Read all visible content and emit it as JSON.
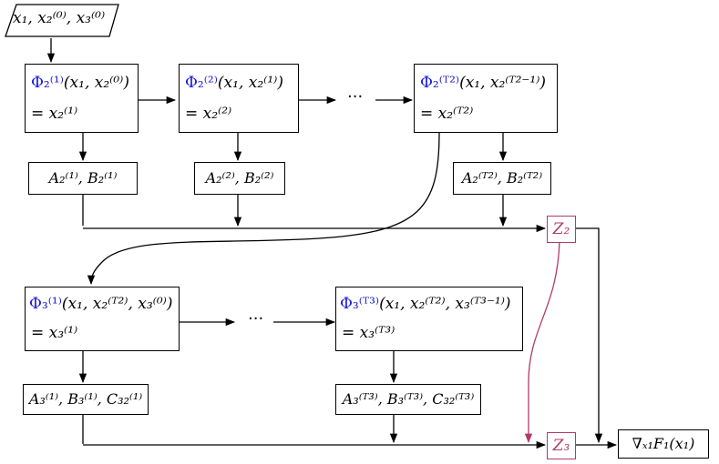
{
  "start": {
    "text": "x₁, x₂⁽⁰⁾, x₃⁽⁰⁾"
  },
  "row2": {
    "phi1": {
      "phi": "Φ₂⁽¹⁾",
      "args": "(x₁,  x₂⁽⁰⁾)",
      "result": "= x₂⁽¹⁾"
    },
    "phi2": {
      "phi": "Φ₂⁽²⁾",
      "args": "(x₁, x₂⁽¹⁾)",
      "result": "= x₂⁽²⁾"
    },
    "phiT": {
      "phi": "Φ₂⁽ᵀ²⁾",
      "args": "(x₁, x₂⁽ᵀ²⁻¹⁾)",
      "result": "= x₂⁽ᵀ²⁾"
    },
    "ab1": "A₂⁽¹⁾, B₂⁽¹⁾",
    "ab2": "A₂⁽²⁾, B₂⁽²⁾",
    "abT": "A₂⁽ᵀ²⁾, B₂⁽ᵀ²⁾",
    "dots": "···"
  },
  "row3": {
    "phi1": {
      "phi": "Φ₃⁽¹⁾",
      "args": "(x₁, x₂⁽ᵀ²⁾, x₃⁽⁰⁾)",
      "result": "= x₃⁽¹⁾"
    },
    "phiT": {
      "phi": "Φ₃⁽ᵀ³⁾",
      "args": "(x₁, x₂⁽ᵀ²⁾, x₃⁽ᵀ³⁻¹⁾)",
      "result": "= x₃⁽ᵀ³⁾"
    },
    "abc1": "A₃⁽¹⁾, B₃⁽¹⁾, C₃₂⁽¹⁾",
    "abcT": "A₃⁽ᵀ³⁾, B₃⁽ᵀ³⁾, C₃₂⁽ᵀ³⁾",
    "dots": "···"
  },
  "z2": "Z₂",
  "z3": "Z₃",
  "output": "∇ₓ₁F₁(x₁)",
  "colors": {
    "phi": "#1a1ad6",
    "z": "#b03a6a",
    "line": "#000000"
  }
}
